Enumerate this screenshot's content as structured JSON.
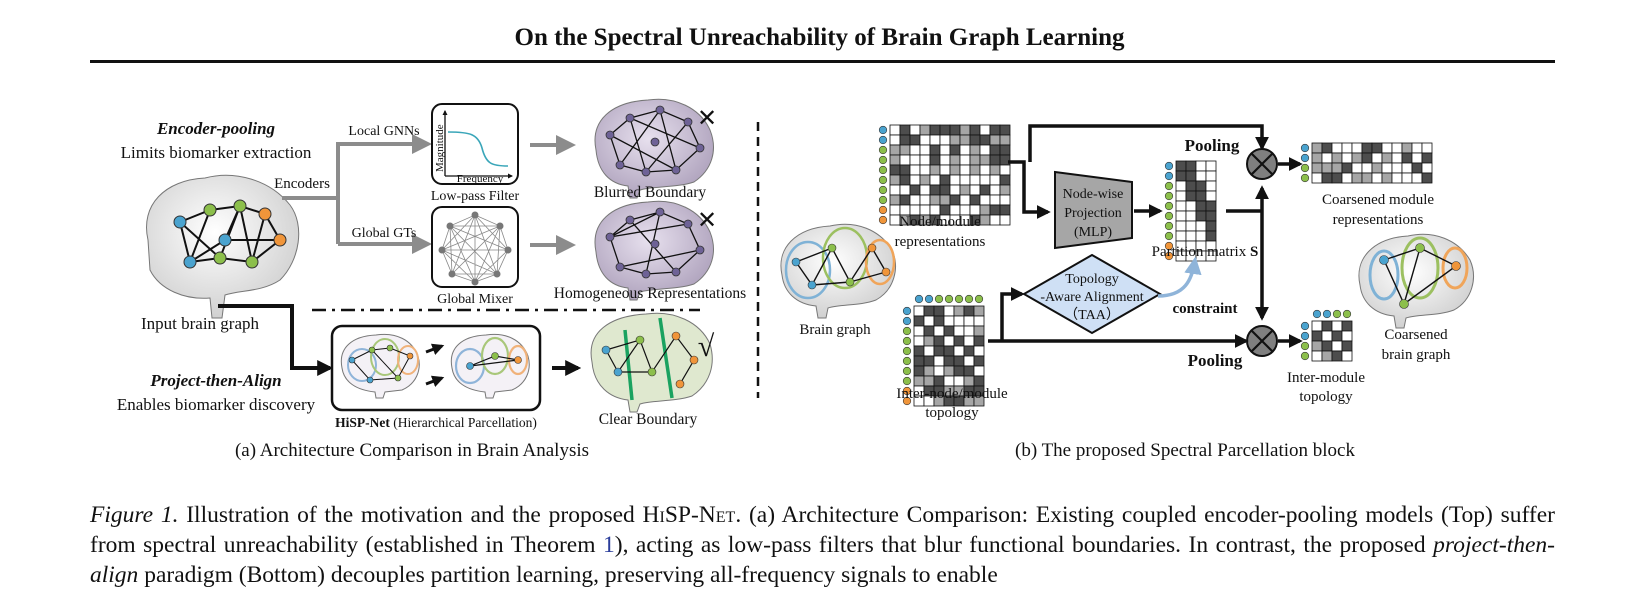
{
  "title": "On the Spectral Unreachability of Brain Graph Learning",
  "panel_a": {
    "encoder_pooling": "Encoder-pooling",
    "limits": "Limits biomarker extraction",
    "encoders": "Encoders",
    "local_gnns": "Local GNNs",
    "global_gts": "Global GTs",
    "plot_ylabel": "Magnitude",
    "plot_xlabel": "Frequency",
    "low_pass_filter": "Low-pass Filter",
    "global_mixer": "Global Mixer",
    "blurred_boundary": "Blurred Boundary",
    "homogeneous": "Homogeneous Representations",
    "input_brain_graph": "Input brain graph",
    "project_then_align": "Project-then-Align",
    "enables": "Enables biomarker discovery",
    "hisp_bold": "HiSP-Net",
    "hisp_rest": " (Hierarchical Parcellation)",
    "clear_boundary": "Clear Boundary",
    "wrong_mark": "✕",
    "check_mark": "√",
    "caption": "(a) Architecture Comparison in Brain Analysis"
  },
  "panel_b": {
    "node_module_l1": "Node/module",
    "node_module_l2": "representations",
    "projection_l1": "Node-wise",
    "projection_l2": "Projection",
    "projection_l3": "(MLP)",
    "partition": "Partition matrix ",
    "partition_s": "S",
    "pooling_top": "Pooling",
    "pooling_bottom": "Pooling",
    "coarsened_mod_l1": "Coarsened module",
    "coarsened_mod_l2": "representations",
    "brain_graph": "Brain graph",
    "taa_l1": "Topology",
    "taa_l2": "-Aware Alignment",
    "taa_l3": "（TAA）",
    "constraint": "constraint",
    "inter_node_l1": "Inter-node/module",
    "inter_node_l2": "topology",
    "inter_module_l1": "Inter-module",
    "inter_module_l2": "topology",
    "coarsened_brain_l1": "Coarsened",
    "coarsened_brain_l2": "brain graph",
    "caption": "(b) The proposed Spectral Parcellation block"
  },
  "caption": {
    "label": "Figure 1.",
    "text1": " Illustration of the motivation and the proposed ",
    "name": "HiSP-Net",
    "text2": ". (a) Architecture Comparison: Existing coupled encoder-pooling models (Top) suffer from spectral unreachability (established in Theorem ",
    "ref": "1",
    "text3": "), acting as low-pass filters that blur functional boundaries. In contrast, the proposed ",
    "em": "project-then-align",
    "text4": " paradigm (Bottom) decouples partition learning, preserving all-frequency signals to enable"
  },
  "colors": {
    "red_label": "#c0504d",
    "green_label": "#1aa260",
    "constraint_blue": "#8fb4d9",
    "taa_fill": "#cfe0f5",
    "projection_fill": "#a6a6a6",
    "arrow_gray": "#8c8c8c"
  }
}
